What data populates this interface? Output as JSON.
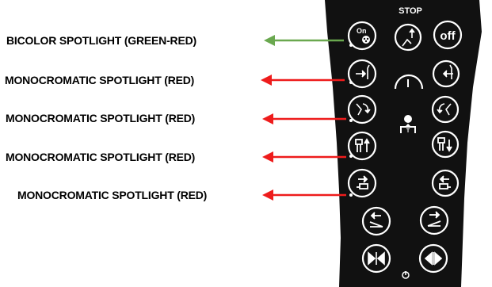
{
  "labels": [
    "BICOLOR SPOTLIGHT (GREEN-RED)",
    "MONOCROMATIC SPOTLIGHT (RED)",
    "MONOCROMATIC SPOTLIGHT (RED)",
    "MONOCROMATIC SPOTLIGHT (RED)",
    "MONOCROMATIC SPOTLIGHT (RED)"
  ],
  "arrow_colors": {
    "bicolor": "#6aa84f",
    "monochromatic": "#ee1c1c"
  },
  "remote": {
    "stop_label": "STOP",
    "on_label": "On",
    "off_label": "off",
    "body_color": "#111111"
  }
}
